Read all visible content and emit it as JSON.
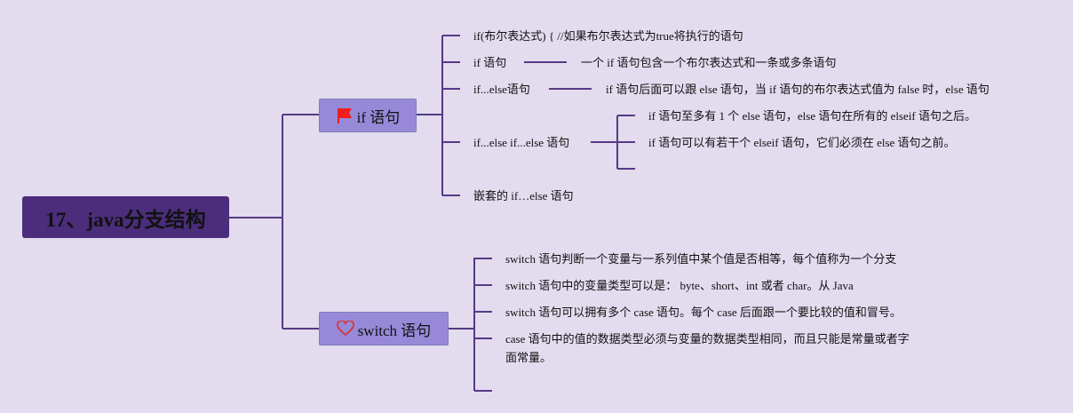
{
  "root": {
    "label": "17、java分支结构"
  },
  "branches": {
    "if": {
      "label": "if 语句",
      "icon": "flag-icon",
      "items": [
        {
          "label": "if(布尔表达式) { //如果布尔表达式为true将执行的语句"
        },
        {
          "label": "if 语句",
          "detail": "一个 if 语句包含一个布尔表达式和一条或多条语句"
        },
        {
          "label": "if...else语句",
          "detail": "if 语句后面可以跟 else 语句，当 if 语句的布尔表达式值为 false 时，else 语句"
        },
        {
          "label": "if...else if...else 语句",
          "details": [
            "if 语句至多有 1 个 else 语句，else 语句在所有的 elseif 语句之后。",
            "if 语句可以有若干个 elseif 语句，它们必须在 else 语句之前。"
          ]
        },
        {
          "label": "嵌套的 if…else 语句"
        }
      ]
    },
    "switch": {
      "label": "switch 语句",
      "icon": "heart-icon",
      "items": [
        {
          "label": "switch 语句判断一个变量与一系列值中某个值是否相等，每个值称为一个分支"
        },
        {
          "label": "switch 语句中的变量类型可以是： byte、short、int 或者 char。从 Java"
        },
        {
          "label": "switch 语句可以拥有多个 case 语句。每个 case 后面跟一个要比较的值和冒号。"
        },
        {
          "label": "case 语句中的值的数据类型必须与变量的数据类型相同，而且只能是常量或者字",
          "label_line2": "面常量。"
        }
      ]
    }
  },
  "colors": {
    "background": "#e3dbee",
    "line": "#553a85",
    "root": "#4b2d7c",
    "node": "#9789d8"
  }
}
